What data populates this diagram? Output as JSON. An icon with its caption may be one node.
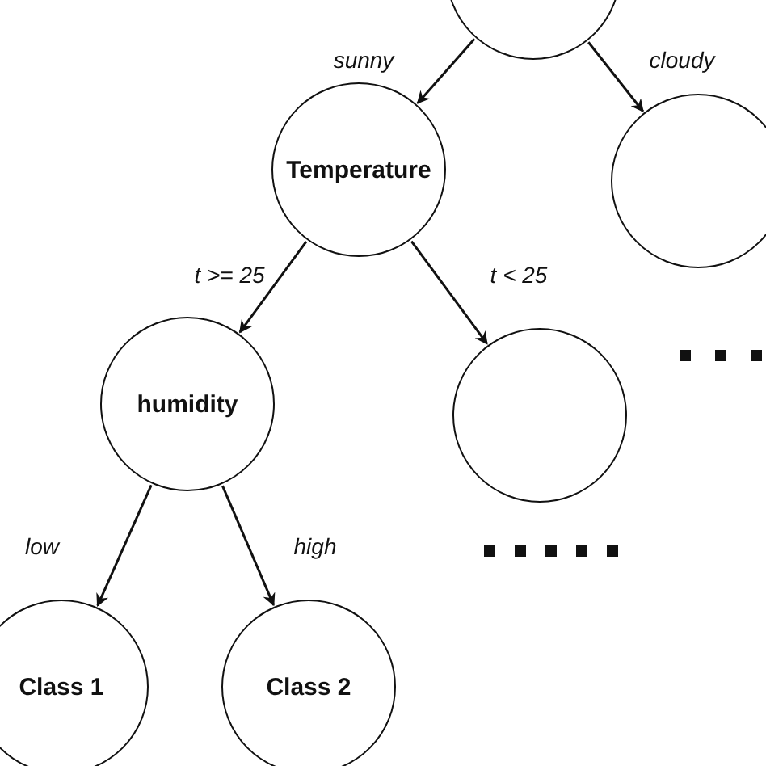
{
  "diagram": {
    "nodes": [
      {
        "text": [],
        "shape": "circle"
      },
      {
        "text": [
          "Temperature"
        ]
      },
      {
        "text": [],
        "shape": "circle"
      },
      {
        "text": [
          "humidity"
        ]
      },
      {
        "text": [],
        "shape": "circle"
      },
      {
        "text": [
          "Class 1"
        ]
      },
      {
        "text": [
          "Class 2"
        ]
      }
    ],
    "edges": [
      {
        "from": 0,
        "to": 1,
        "arrow": "to",
        "label": "sunny"
      },
      {
        "from": 0,
        "to": 2,
        "arrow": "to",
        "label": "cloudy"
      },
      {
        "from": 1,
        "to": 3,
        "arrow": "to",
        "label": "t >= 25"
      },
      {
        "from": 1,
        "to": 4,
        "arrow": "to",
        "label": "t < 25"
      },
      {
        "from": 3,
        "to": 5,
        "arrow": "to",
        "label": "low"
      },
      {
        "from": 3,
        "to": 6,
        "arrow": "to",
        "label": "high"
      }
    ]
  }
}
